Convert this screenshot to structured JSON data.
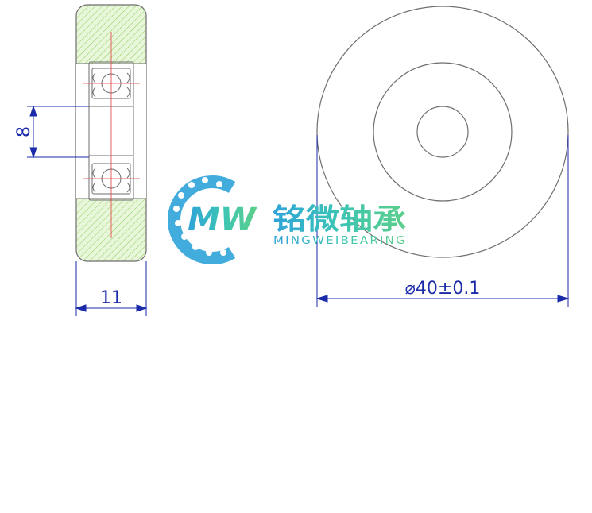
{
  "dimensions": {
    "bore": "8",
    "width": "11",
    "outer_diameter": "⌀40±0.1"
  },
  "brand": {
    "logo_mark": "MW",
    "name_cn": "铭微轴承",
    "name_en": "MINGWEIBEARING"
  },
  "colors": {
    "outline": "#6e6e6e",
    "dimension": "#1b2aa8",
    "hatch_fill": "#e8f6da",
    "hatch_line": "#8fcf5e",
    "centerline": "#e43b3b",
    "brand_blue": "#2ea3d9",
    "brand_teal": "#3cc5b4",
    "brand_green": "#5ecf8a"
  }
}
